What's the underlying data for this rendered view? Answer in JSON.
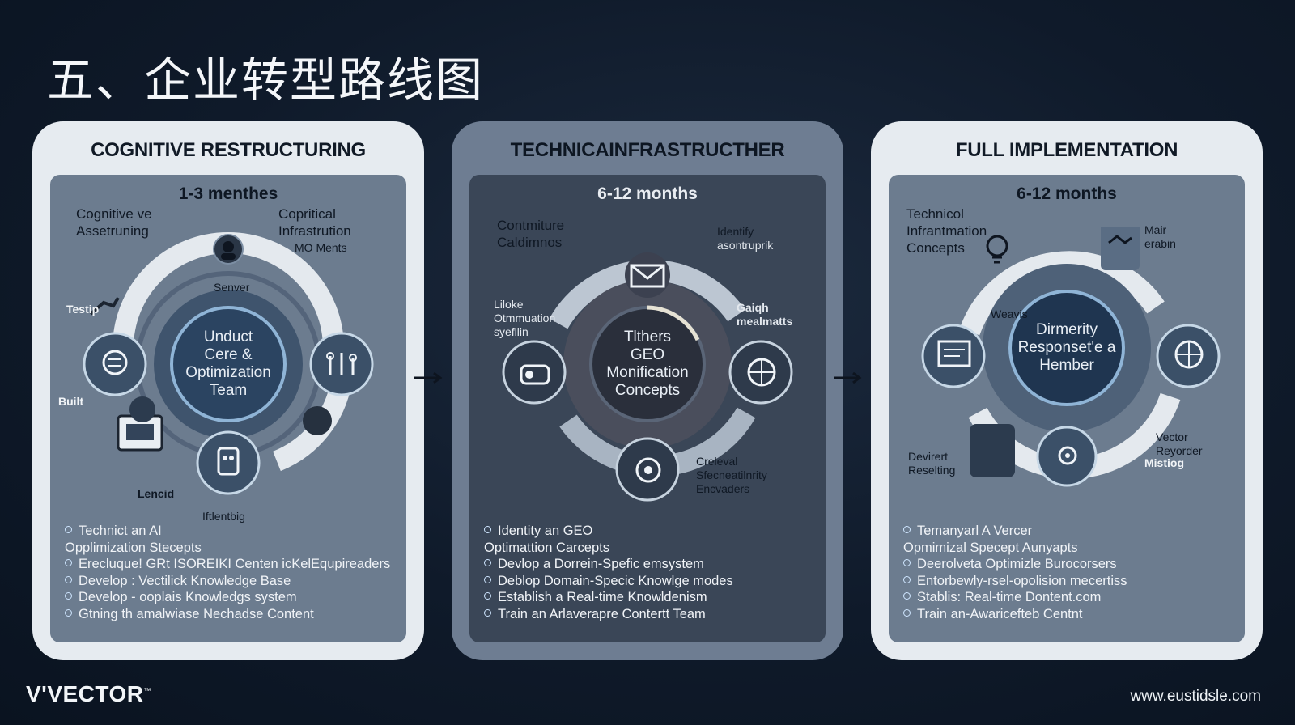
{
  "title": "五、企业转型路线图",
  "phases": [
    {
      "heading": "COGNITIVE RESTRUCTURING",
      "duration": "1-3 menthes",
      "labels": {
        "tl": [
          "Cognitive ve",
          "Assetruning"
        ],
        "tr": [
          "Copritical",
          "Infrastrution"
        ],
        "tr2": "MO Ments",
        "top": "Senver",
        "left": "Testip",
        "leftlow": "Built",
        "bottomleft": "Lencid",
        "bottom": "Iftlentbig"
      },
      "center": [
        "Unduct",
        "Cere &",
        "Optimization",
        "Team"
      ],
      "bullets": [
        "Technict an AI",
        "Opplimization Stecepts",
        "Erecluque! GRt ISOREIKI Centen icKelEqupireaders",
        "Develop : Vectilick Knowledge Base",
        "Develop - ooplais Knowledgs system",
        "Gtning th amalwiase Nechadse Content"
      ]
    },
    {
      "heading": "TECHNICAINFRASTRUCTHER",
      "duration": "6-12 months",
      "labels": {
        "tl": [
          "Contmiture",
          "Caldimnos"
        ],
        "tr": [
          "Identify",
          "asontruprik"
        ],
        "left": [
          "Liloke",
          "Otmmuation",
          "syefllin"
        ],
        "right": [
          "Gaiqh",
          "mealmatts"
        ],
        "bottom": [
          "Creleval",
          "Sfecneatilnrity",
          "Encvaders"
        ]
      },
      "center": [
        "Tlthers",
        "GEO",
        "Monification",
        "Concepts"
      ],
      "bullets": [
        "Identity an GEO",
        "Optimattion Carcepts",
        "Devlop a Dorrein-Spefic emsystem",
        "Deblop Domain-Specic Knowlge modes",
        "Establish a Real-time Knowldenism",
        "Train an Arlaverapre Contertt Team"
      ]
    },
    {
      "heading": "FULL IMPLEMENTATION",
      "duration": "6-12 months",
      "labels": {
        "tl": [
          "Technicol",
          "Infrantmation",
          "Concepts"
        ],
        "tr": [
          "Mair",
          "erabin"
        ],
        "left": "Weavis",
        "right": [
          "Vector",
          "Reyorder"
        ],
        "bl": [
          "Devirert",
          "Reselting"
        ],
        "br": "Mistiog"
      },
      "center": [
        "Dirmerity",
        "Responset'e a",
        "Hember"
      ],
      "bullets": [
        "Temanyarl A Vercer",
        "Opmimizal Specept Aunyapts",
        "Deerolveta Optimizle Burocorsers",
        "Entorbewly-rsel-opolision mecertiss",
        "Stablis: Real-time Dontent.com",
        "Train an-Awaricefteb Centnt"
      ]
    }
  ],
  "footer": {
    "logo": "V'VECTOR",
    "logo_mark": "™",
    "url": "www.eustidsle.com"
  }
}
